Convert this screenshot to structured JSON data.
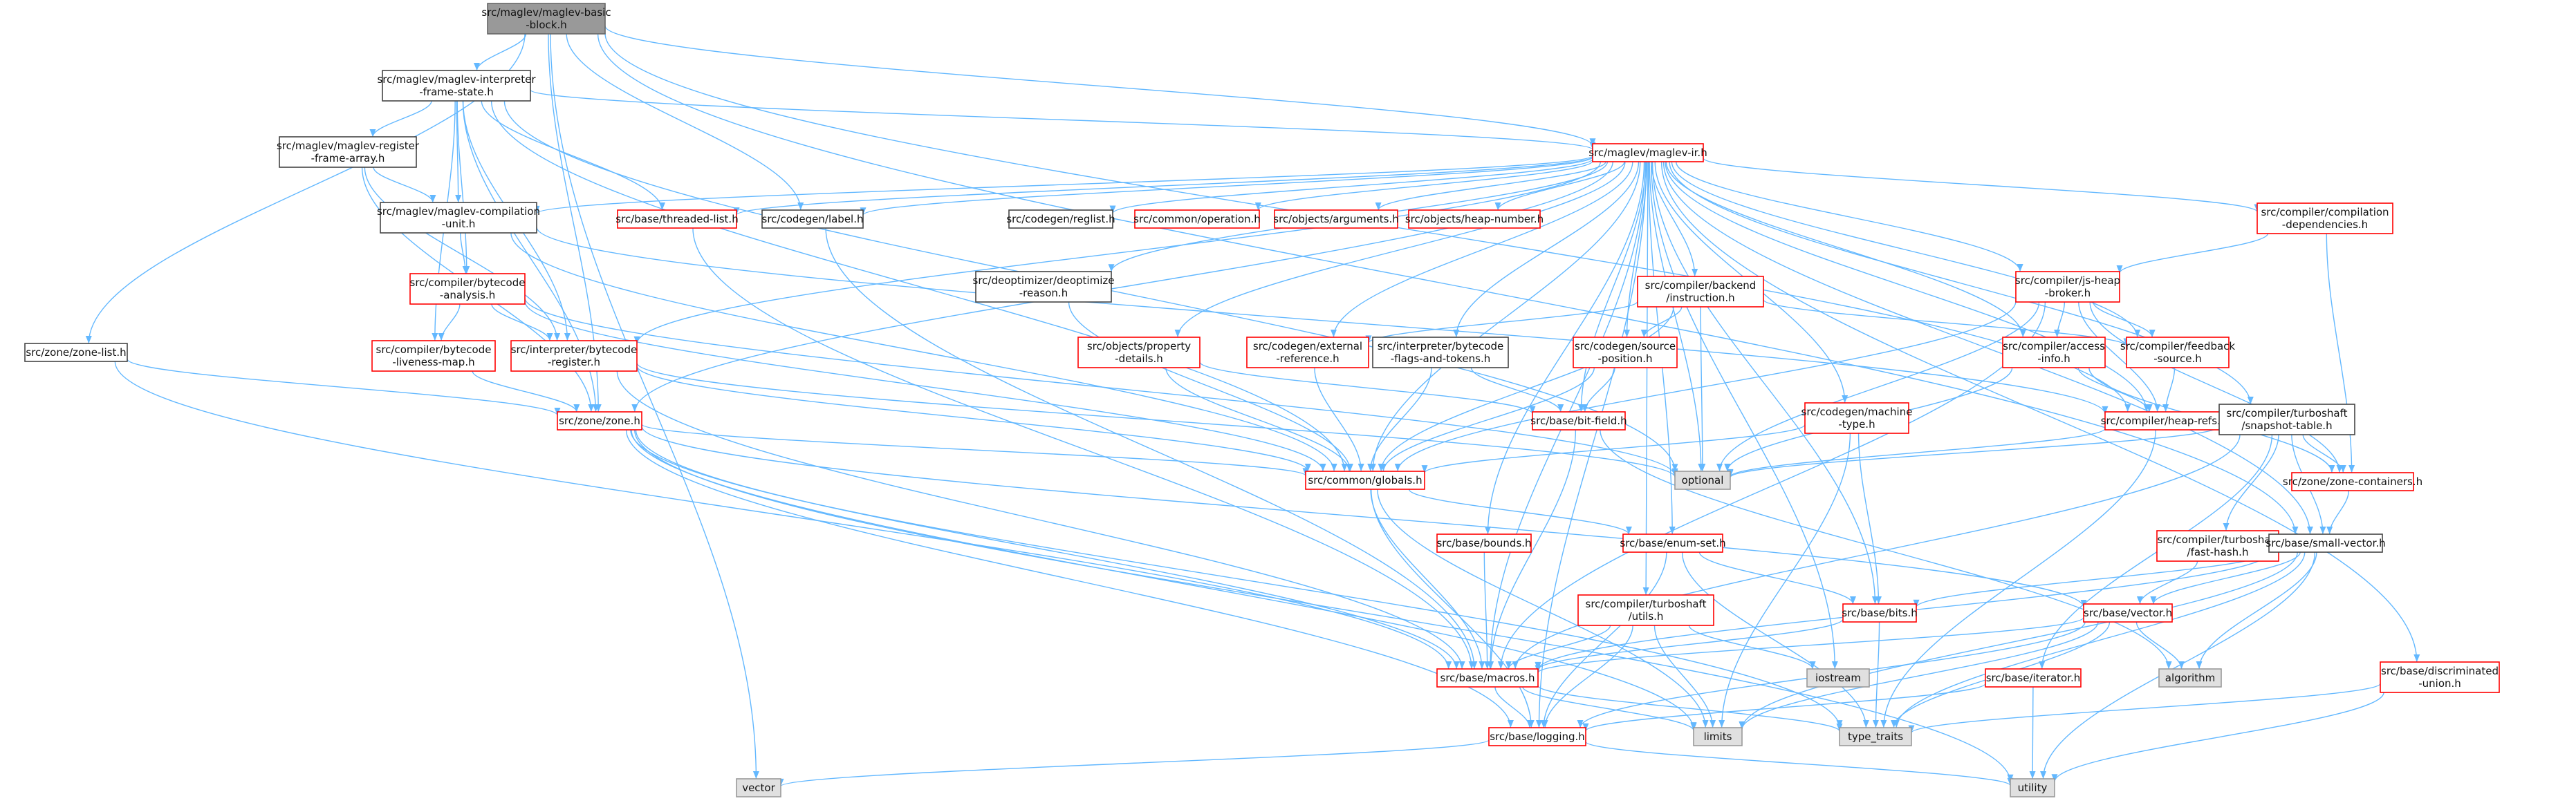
{
  "colors": {
    "edge": "#63b8ff",
    "root_fill": "#999999",
    "root_border": "#666666",
    "normal_border": "#444444",
    "incomplete_border": "#ff0000",
    "system_fill": "#e0e0e0",
    "system_border": "#999999",
    "node_fill": "#ffffff"
  },
  "nodes": {
    "basic_block": {
      "lines": [
        "src/maglev/maglev-basic",
        "-block.h"
      ],
      "kind": "root"
    },
    "interp_frame": {
      "lines": [
        "src/maglev/maglev-interpreter",
        "-frame-state.h"
      ],
      "kind": "normal"
    },
    "register_frame": {
      "lines": [
        "src/maglev/maglev-register",
        "-frame-array.h"
      ],
      "kind": "normal"
    },
    "compilation_unit": {
      "lines": [
        "src/maglev/maglev-compilation",
        "-unit.h"
      ],
      "kind": "normal"
    },
    "zone_list": {
      "lines": [
        "src/zone/zone-list.h"
      ],
      "kind": "normal"
    },
    "maglev_ir": {
      "lines": [
        "src/maglev/maglev-ir.h"
      ],
      "kind": "incomplete"
    },
    "threaded_list": {
      "lines": [
        "src/base/threaded-list.h"
      ],
      "kind": "incomplete"
    },
    "codegen_label": {
      "lines": [
        "src/codegen/label.h"
      ],
      "kind": "normal"
    },
    "reglist": {
      "lines": [
        "src/codegen/reglist.h"
      ],
      "kind": "normal"
    },
    "operation": {
      "lines": [
        "src/common/operation.h"
      ],
      "kind": "incomplete"
    },
    "arguments": {
      "lines": [
        "src/objects/arguments.h"
      ],
      "kind": "incomplete"
    },
    "heap_number": {
      "lines": [
        "src/objects/heap-number.h"
      ],
      "kind": "incomplete"
    },
    "compilation_deps": {
      "lines": [
        "src/compiler/compilation",
        "-dependencies.h"
      ],
      "kind": "incomplete"
    },
    "bytecode_analysis": {
      "lines": [
        "src/compiler/bytecode",
        "-analysis.h"
      ],
      "kind": "incomplete"
    },
    "deopt_reason": {
      "lines": [
        "src/deoptimizer/deoptimize",
        "-reason.h"
      ],
      "kind": "normal"
    },
    "backend_instruction": {
      "lines": [
        "src/compiler/backend",
        "/instruction.h"
      ],
      "kind": "incomplete"
    },
    "js_heap_broker": {
      "lines": [
        "src/compiler/js-heap",
        "-broker.h"
      ],
      "kind": "incomplete"
    },
    "liveness_map": {
      "lines": [
        "src/compiler/bytecode",
        "-liveness-map.h"
      ],
      "kind": "incomplete"
    },
    "bytecode_register": {
      "lines": [
        "src/interpreter/bytecode",
        "-register.h"
      ],
      "kind": "incomplete"
    },
    "property_details": {
      "lines": [
        "src/objects/property",
        "-details.h"
      ],
      "kind": "incomplete"
    },
    "external_reference": {
      "lines": [
        "src/codegen/external",
        "-reference.h"
      ],
      "kind": "incomplete"
    },
    "bytecode_flags": {
      "lines": [
        "src/interpreter/bytecode",
        "-flags-and-tokens.h"
      ],
      "kind": "normal"
    },
    "source_position": {
      "lines": [
        "src/codegen/source",
        "-position.h"
      ],
      "kind": "incomplete"
    },
    "access_info": {
      "lines": [
        "src/compiler/access",
        "-info.h"
      ],
      "kind": "incomplete"
    },
    "feedback_source": {
      "lines": [
        "src/compiler/feedback",
        "-source.h"
      ],
      "kind": "incomplete"
    },
    "zone": {
      "lines": [
        "src/zone/zone.h"
      ],
      "kind": "incomplete"
    },
    "bit_field": {
      "lines": [
        "src/base/bit-field.h"
      ],
      "kind": "incomplete"
    },
    "machine_type": {
      "lines": [
        "src/codegen/machine",
        "-type.h"
      ],
      "kind": "incomplete"
    },
    "heap_refs": {
      "lines": [
        "src/compiler/heap-refs.h"
      ],
      "kind": "incomplete"
    },
    "snapshot_table": {
      "lines": [
        "src/compiler/turboshaft",
        "/snapshot-table.h"
      ],
      "kind": "normal"
    },
    "common_globals": {
      "lines": [
        "src/common/globals.h"
      ],
      "kind": "incomplete"
    },
    "optional": {
      "lines": [
        "optional"
      ],
      "kind": "system"
    },
    "zone_containers": {
      "lines": [
        "src/zone/zone-containers.h"
      ],
      "kind": "incomplete"
    },
    "fast_hash": {
      "lines": [
        "src/compiler/turboshaft",
        "/fast-hash.h"
      ],
      "kind": "incomplete"
    },
    "bounds": {
      "lines": [
        "src/base/bounds.h"
      ],
      "kind": "incomplete"
    },
    "enum_set": {
      "lines": [
        "src/base/enum-set.h"
      ],
      "kind": "incomplete"
    },
    "small_vector": {
      "lines": [
        "src/base/small-vector.h"
      ],
      "kind": "normal"
    },
    "turboshaft_utils": {
      "lines": [
        "src/compiler/turboshaft",
        "/utils.h"
      ],
      "kind": "incomplete"
    },
    "bits": {
      "lines": [
        "src/base/bits.h"
      ],
      "kind": "incomplete"
    },
    "base_vector": {
      "lines": [
        "src/base/vector.h"
      ],
      "kind": "incomplete"
    },
    "iostream": {
      "lines": [
        "iostream"
      ],
      "kind": "system"
    },
    "algorithm": {
      "lines": [
        "algorithm"
      ],
      "kind": "system"
    },
    "macros": {
      "lines": [
        "src/base/macros.h"
      ],
      "kind": "incomplete"
    },
    "base_iterator": {
      "lines": [
        "src/base/iterator.h"
      ],
      "kind": "incomplete"
    },
    "discriminated_union": {
      "lines": [
        "src/base/discriminated",
        "-union.h"
      ],
      "kind": "incomplete"
    },
    "limits": {
      "lines": [
        "limits"
      ],
      "kind": "system"
    },
    "type_traits": {
      "lines": [
        "type_traits"
      ],
      "kind": "system"
    },
    "logging": {
      "lines": [
        "src/base/logging.h"
      ],
      "kind": "incomplete"
    },
    "vector": {
      "lines": [
        "vector"
      ],
      "kind": "system"
    },
    "utility": {
      "lines": [
        "utility"
      ],
      "kind": "system"
    }
  },
  "edges": [
    [
      "basic_block",
      "interp_frame"
    ],
    [
      "basic_block",
      "maglev_ir"
    ],
    [
      "basic_block",
      "codegen_label"
    ],
    [
      "basic_block",
      "zone_list"
    ],
    [
      "basic_block",
      "zone"
    ],
    [
      "basic_block",
      "vector"
    ],
    [
      "basic_block",
      "heap_refs"
    ],
    [
      "basic_block",
      "small_vector"
    ],
    [
      "interp_frame",
      "register_frame"
    ],
    [
      "interp_frame",
      "compilation_unit"
    ],
    [
      "interp_frame",
      "maglev_ir"
    ],
    [
      "interp_frame",
      "threaded_list"
    ],
    [
      "interp_frame",
      "bytecode_analysis"
    ],
    [
      "interp_frame",
      "liveness_map"
    ],
    [
      "interp_frame",
      "bytecode_register"
    ],
    [
      "interp_frame",
      "zone"
    ],
    [
      "interp_frame",
      "common_globals"
    ],
    [
      "interp_frame",
      "optional"
    ],
    [
      "register_frame",
      "compilation_unit"
    ],
    [
      "register_frame",
      "bytecode_register"
    ],
    [
      "register_frame",
      "zone"
    ],
    [
      "compilation_unit",
      "bytecode_analysis"
    ],
    [
      "compilation_unit",
      "heap_refs"
    ],
    [
      "compilation_unit",
      "common_globals"
    ],
    [
      "zone_list",
      "zone"
    ],
    [
      "zone_list",
      "macros"
    ],
    [
      "maglev_ir",
      "threaded_list"
    ],
    [
      "maglev_ir",
      "codegen_label"
    ],
    [
      "maglev_ir",
      "reglist"
    ],
    [
      "maglev_ir",
      "operation"
    ],
    [
      "maglev_ir",
      "arguments"
    ],
    [
      "maglev_ir",
      "heap_number"
    ],
    [
      "maglev_ir",
      "compilation_deps"
    ],
    [
      "maglev_ir",
      "compilation_unit"
    ],
    [
      "maglev_ir",
      "deopt_reason"
    ],
    [
      "maglev_ir",
      "backend_instruction"
    ],
    [
      "maglev_ir",
      "js_heap_broker"
    ],
    [
      "maglev_ir",
      "bytecode_register"
    ],
    [
      "maglev_ir",
      "property_details"
    ],
    [
      "maglev_ir",
      "external_reference"
    ],
    [
      "maglev_ir",
      "bytecode_flags"
    ],
    [
      "maglev_ir",
      "source_position"
    ],
    [
      "maglev_ir",
      "access_info"
    ],
    [
      "maglev_ir",
      "feedback_source"
    ],
    [
      "maglev_ir",
      "zone"
    ],
    [
      "maglev_ir",
      "bit_field"
    ],
    [
      "maglev_ir",
      "machine_type"
    ],
    [
      "maglev_ir",
      "heap_refs"
    ],
    [
      "maglev_ir",
      "snapshot_table"
    ],
    [
      "maglev_ir",
      "common_globals"
    ],
    [
      "maglev_ir",
      "optional"
    ],
    [
      "maglev_ir",
      "bounds"
    ],
    [
      "maglev_ir",
      "enum_set"
    ],
    [
      "maglev_ir",
      "small_vector"
    ],
    [
      "maglev_ir",
      "turboshaft_utils"
    ],
    [
      "maglev_ir",
      "bits"
    ],
    [
      "maglev_ir",
      "discriminated_union"
    ],
    [
      "maglev_ir",
      "macros"
    ],
    [
      "maglev_ir",
      "logging"
    ],
    [
      "maglev_ir",
      "iostream"
    ],
    [
      "threaded_list",
      "macros"
    ],
    [
      "codegen_label",
      "macros"
    ],
    [
      "compilation_deps",
      "js_heap_broker"
    ],
    [
      "compilation_deps",
      "zone_containers"
    ],
    [
      "bytecode_analysis",
      "liveness_map"
    ],
    [
      "bytecode_analysis",
      "bytecode_register"
    ],
    [
      "bytecode_analysis",
      "common_globals"
    ],
    [
      "bytecode_analysis",
      "optional"
    ],
    [
      "deopt_reason",
      "common_globals"
    ],
    [
      "backend_instruction",
      "external_reference"
    ],
    [
      "backend_instruction",
      "source_position"
    ],
    [
      "backend_instruction",
      "common_globals"
    ],
    [
      "backend_instruction",
      "optional"
    ],
    [
      "backend_instruction",
      "feedback_source"
    ],
    [
      "js_heap_broker",
      "access_info"
    ],
    [
      "js_heap_broker",
      "feedback_source"
    ],
    [
      "js_heap_broker",
      "heap_refs"
    ],
    [
      "js_heap_broker",
      "common_globals"
    ],
    [
      "js_heap_broker",
      "optional"
    ],
    [
      "js_heap_broker",
      "zone_containers"
    ],
    [
      "js_heap_broker",
      "macros"
    ],
    [
      "liveness_map",
      "zone"
    ],
    [
      "bytecode_register",
      "common_globals"
    ],
    [
      "bytecode_register",
      "optional"
    ],
    [
      "bytecode_register",
      "macros"
    ],
    [
      "property_details",
      "bit_field"
    ],
    [
      "property_details",
      "common_globals"
    ],
    [
      "external_reference",
      "common_globals"
    ],
    [
      "bytecode_flags",
      "bit_field"
    ],
    [
      "bytecode_flags",
      "common_globals"
    ],
    [
      "source_position",
      "bit_field"
    ],
    [
      "source_position",
      "common_globals"
    ],
    [
      "access_info",
      "heap_refs"
    ],
    [
      "access_info",
      "zone_containers"
    ],
    [
      "access_info",
      "optional"
    ],
    [
      "feedback_source",
      "heap_refs"
    ],
    [
      "zone",
      "common_globals"
    ],
    [
      "zone",
      "macros"
    ],
    [
      "zone",
      "logging"
    ],
    [
      "zone",
      "type_traits"
    ],
    [
      "zone",
      "utility"
    ],
    [
      "zone",
      "limits"
    ],
    [
      "zone",
      "base_vector"
    ],
    [
      "bit_field",
      "macros"
    ],
    [
      "bit_field",
      "algorithm"
    ],
    [
      "machine_type",
      "bits"
    ],
    [
      "machine_type",
      "common_globals"
    ],
    [
      "machine_type",
      "limits"
    ],
    [
      "heap_refs",
      "optional"
    ],
    [
      "heap_refs",
      "type_traits"
    ],
    [
      "snapshot_table",
      "fast_hash"
    ],
    [
      "snapshot_table",
      "zone_containers"
    ],
    [
      "snapshot_table",
      "small_vector"
    ],
    [
      "snapshot_table",
      "base_iterator"
    ],
    [
      "snapshot_table",
      "macros"
    ],
    [
      "snapshot_table",
      "optional"
    ],
    [
      "common_globals",
      "enum_set"
    ],
    [
      "common_globals",
      "macros"
    ],
    [
      "common_globals",
      "logging"
    ],
    [
      "common_globals",
      "limits"
    ],
    [
      "zone_containers",
      "small_vector"
    ],
    [
      "fast_hash",
      "base_vector"
    ],
    [
      "bounds",
      "macros"
    ],
    [
      "enum_set",
      "bits"
    ],
    [
      "enum_set",
      "logging"
    ],
    [
      "enum_set",
      "type_traits"
    ],
    [
      "small_vector",
      "base_vector"
    ],
    [
      "small_vector",
      "bits"
    ],
    [
      "small_vector",
      "macros"
    ],
    [
      "small_vector",
      "algorithm"
    ],
    [
      "small_vector",
      "type_traits"
    ],
    [
      "small_vector",
      "utility"
    ],
    [
      "small_vector",
      "limits"
    ],
    [
      "turboshaft_utils",
      "macros"
    ],
    [
      "turboshaft_utils",
      "logging"
    ],
    [
      "turboshaft_utils",
      "iostream"
    ],
    [
      "turboshaft_utils",
      "limits"
    ],
    [
      "bits",
      "macros"
    ],
    [
      "bits",
      "type_traits"
    ],
    [
      "base_vector",
      "macros"
    ],
    [
      "base_vector",
      "logging"
    ],
    [
      "base_vector",
      "algorithm"
    ],
    [
      "base_vector",
      "limits"
    ],
    [
      "base_vector",
      "type_traits"
    ],
    [
      "macros",
      "logging"
    ],
    [
      "macros",
      "type_traits"
    ],
    [
      "macros",
      "limits"
    ],
    [
      "base_iterator",
      "logging"
    ],
    [
      "base_iterator",
      "utility"
    ],
    [
      "discriminated_union",
      "type_traits"
    ],
    [
      "discriminated_union",
      "utility"
    ],
    [
      "logging",
      "vector"
    ],
    [
      "logging",
      "utility"
    ]
  ]
}
